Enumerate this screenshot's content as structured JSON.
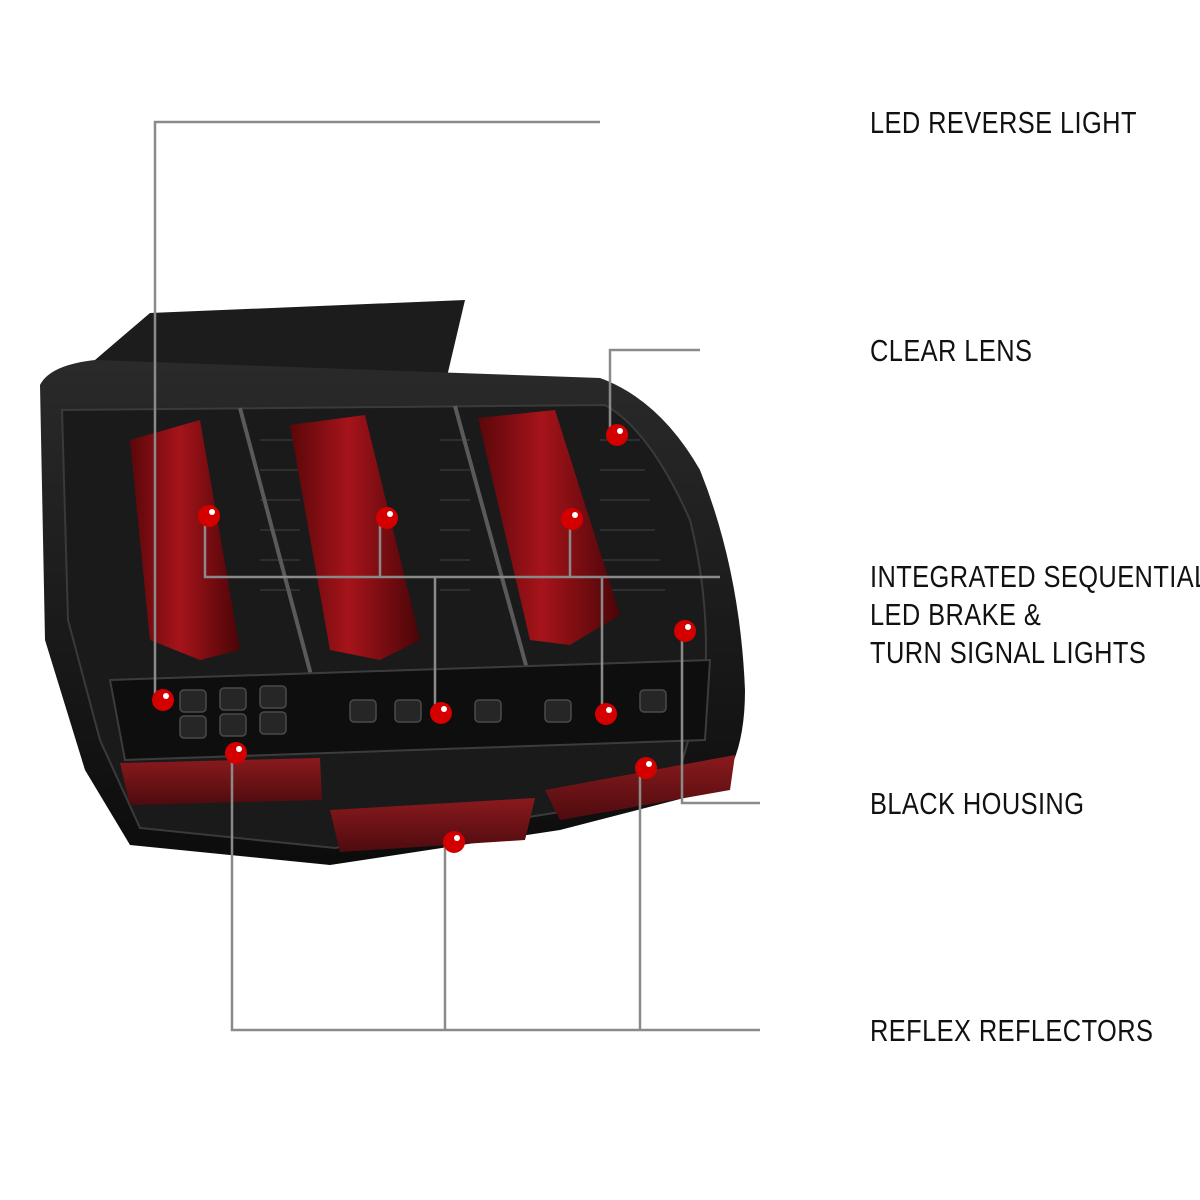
{
  "colors": {
    "leader_gray": "#8a8a8a",
    "leader_red": "#b01010",
    "dot_red": "#d40000",
    "housing_black": "#151515",
    "lens_red": "#8e0c10",
    "reflector_red": "#7a1418"
  },
  "callouts": {
    "reverse": {
      "text": "LED REVERSE LIGHT"
    },
    "lens": {
      "text": "CLEAR LENS"
    },
    "sequential": {
      "lines": [
        "INTEGRATED SEQUENTIAL",
        "LED BRAKE &",
        "TURN SIGNAL LIGHTS"
      ]
    },
    "housing": {
      "text": "BLACK HOUSING"
    },
    "reflectors": {
      "text": "REFLEX REFLECTORS"
    }
  }
}
